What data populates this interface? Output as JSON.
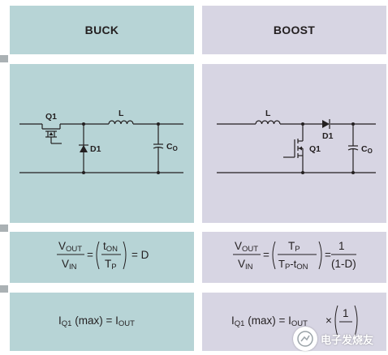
{
  "headers": {
    "buck": "BUCK",
    "boost": "BOOST"
  },
  "buck_circuit": {
    "q1": "Q1",
    "inductor": "L",
    "diode": "D1",
    "cap": "C",
    "cap_sub": "O"
  },
  "boost_circuit": {
    "q1": "Q1",
    "inductor": "L",
    "diode": "D1",
    "cap": "C",
    "cap_sub": "O"
  },
  "buck_ratio": {
    "lhs_num": "V",
    "lhs_num_sub": "OUT",
    "lhs_den": "V",
    "lhs_den_sub": "IN",
    "rhs_num": "t",
    "rhs_num_sub": "ON",
    "rhs_den": "T",
    "rhs_den_sub": "P",
    "result": "= D"
  },
  "boost_ratio": {
    "lhs_num": "V",
    "lhs_num_sub": "OUT",
    "lhs_den": "V",
    "lhs_den_sub": "IN",
    "mid_num": "T",
    "mid_num_sub": "P",
    "mid_den_a": "T",
    "mid_den_a_sub": "P",
    "mid_den_b": "-t",
    "mid_den_b_sub": "ON",
    "frac_num": "1",
    "frac_den": "(1-D)"
  },
  "buck_current": {
    "lhs": "I",
    "lhs_sub": "Q1",
    "mid": " (max) = I",
    "rhs_sub": "OUT"
  },
  "boost_current": {
    "lhs": "I",
    "lhs_sub": "Q1",
    "mid": " (max) = I",
    "rhs_sub": "OUT",
    "times": "×",
    "num": "1"
  },
  "watermark": {
    "text": "电子发烧友"
  }
}
